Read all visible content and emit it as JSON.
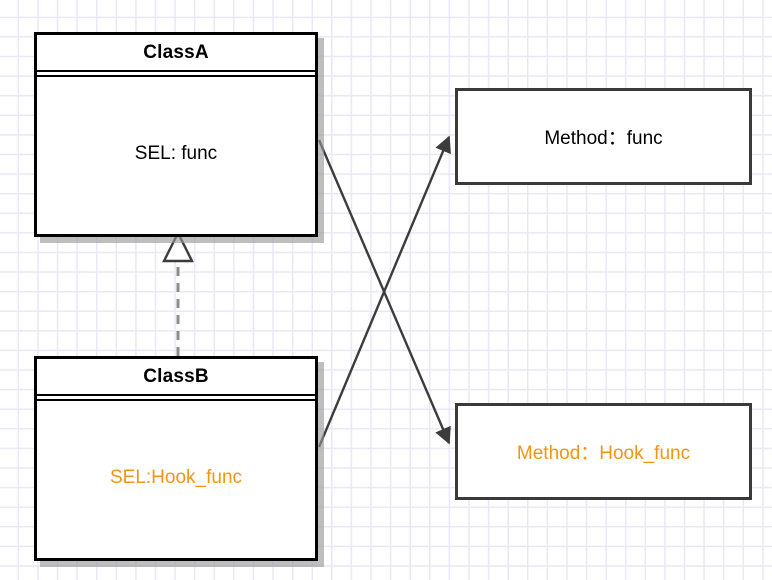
{
  "diagram": {
    "title": "UML class hook diagram",
    "background": {
      "grid_color": "#e8e8f6",
      "page_color": "#ffffff"
    },
    "colors": {
      "accent": "#F59412",
      "class_border": "#000000",
      "method_border": "#3a3a3a",
      "connector": "#3c3c3c",
      "realization_line": "#8c8c8c",
      "shadow": "#969696"
    }
  },
  "classes": [
    {
      "id": "class-a",
      "title": "ClassA",
      "member": "SEL: func",
      "accent": false
    },
    {
      "id": "class-b",
      "title": "ClassB",
      "member": "SEL:Hook_func",
      "accent": true
    }
  ],
  "methods": [
    {
      "id": "method-func",
      "label": "Method：func",
      "accent": false
    },
    {
      "id": "method-hook-func",
      "label": "Method：Hook_func",
      "accent": true
    }
  ],
  "relations": [
    {
      "id": "realization-b-to-a",
      "type": "realization",
      "style": "dashed",
      "head": "hollow-triangle",
      "from": "ClassB",
      "to": "ClassA"
    },
    {
      "id": "assoc-a-to-hook",
      "type": "association",
      "style": "solid",
      "head": "filled-arrow",
      "from": "ClassA",
      "to": "Method：Hook_func"
    },
    {
      "id": "assoc-b-to-func",
      "type": "association",
      "style": "solid",
      "head": "filled-arrow",
      "from": "ClassB",
      "to": "Method：func"
    }
  ]
}
